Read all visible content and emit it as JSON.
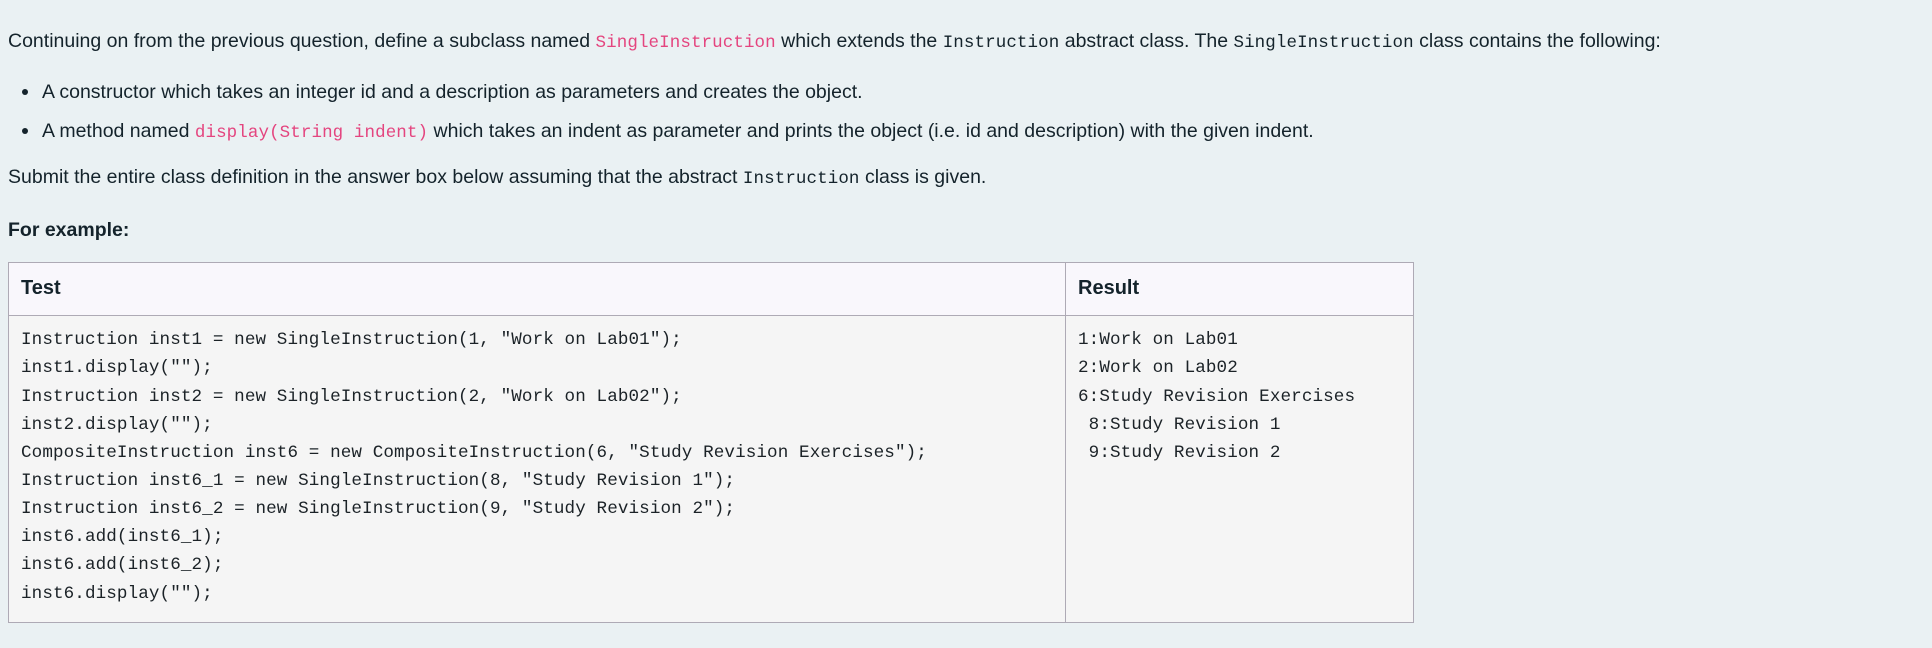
{
  "question": {
    "intro_parts": [
      {
        "text": "Continuing on from the previous question, define a subclass named ",
        "style": "plain"
      },
      {
        "text": "SingleInstruction",
        "style": "code-pink"
      },
      {
        "text": " which extends the ",
        "style": "plain"
      },
      {
        "text": "Instruction",
        "style": "code-plain"
      },
      {
        "text": " abstract class. The ",
        "style": "plain"
      },
      {
        "text": "SingleInstruction",
        "style": "code-plain"
      },
      {
        "text": " class contains the following:",
        "style": "plain"
      }
    ],
    "intro_a": "Continuing on from the previous question, define a subclass named ",
    "intro_code1": "SingleInstruction",
    "intro_b": " which extends the ",
    "intro_code2": "Instruction",
    "intro_c": " abstract class. The ",
    "intro_code3": "SingleInstruction",
    "intro_d": " class contains the following:",
    "bullets": [
      {
        "a": "A constructor which takes an integer id and a description as parameters and creates the object.",
        "code": "",
        "b": ""
      },
      {
        "a": "A method named ",
        "code": "display(String indent)",
        "b": " which takes an indent as parameter and prints the object (i.e. id and description) with the given indent."
      }
    ],
    "bullet1_text": "A constructor which takes an integer id and a description as parameters and creates the object.",
    "bullet2_a": "A method named ",
    "bullet2_code": "display(String indent)",
    "bullet2_b": " which takes an indent as parameter and prints the object (i.e. id and description) with the given indent.",
    "submit_a": "Submit the entire class definition in the answer box below assuming that the abstract ",
    "submit_code": "Instruction",
    "submit_b": " class is given.",
    "for_example_label": "For example:"
  },
  "example_table": {
    "headers": {
      "test": "Test",
      "result": "Result"
    },
    "rows": [
      {
        "test": "Instruction inst1 = new SingleInstruction(1, \"Work on Lab01\");\ninst1.display(\"\");\nInstruction inst2 = new SingleInstruction(2, \"Work on Lab02\");\ninst2.display(\"\");\nCompositeInstruction inst6 = new CompositeInstruction(6, \"Study Revision Exercises\");\nInstruction inst6_1 = new SingleInstruction(8, \"Study Revision 1\");\nInstruction inst6_2 = new SingleInstruction(9, \"Study Revision 2\");\ninst6.add(inst6_1);\ninst6.add(inst6_2);\ninst6.display(\"\");",
        "result": "1:Work on Lab01\n2:Work on Lab02\n6:Study Revision Exercises\n 8:Study Revision 1\n 9:Study Revision 2"
      }
    ]
  },
  "colors": {
    "page_background": "#eaf1f3",
    "text": "#14232b",
    "code_accent_pink": "#e4457f",
    "table_border": "#aeaab5",
    "table_header_background": "#f9f7fc",
    "table_cell_background": "#f5f5f5"
  }
}
